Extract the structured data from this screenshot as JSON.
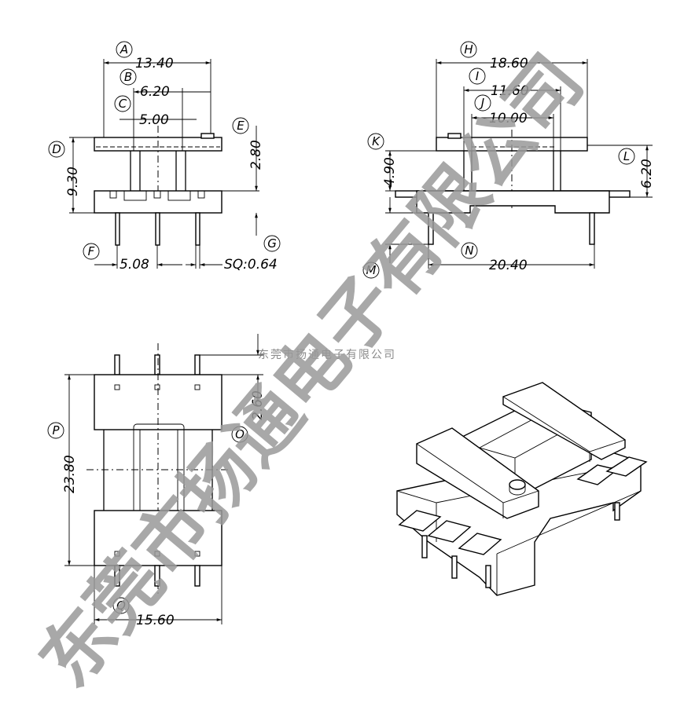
{
  "front_view": {
    "A": "A",
    "A_val": "13.40",
    "B": "B",
    "B_val": "6.20",
    "C": "C",
    "C_val": "5.00",
    "D": "D",
    "D_val": "9.30",
    "E": "E",
    "E_val": "2.80",
    "F": "F",
    "F_val": "5.08",
    "G": "G",
    "G_val": "SQ:0.64"
  },
  "side_view": {
    "H": "H",
    "H_val": "18.60",
    "I": "I",
    "I_val": "11.60",
    "J": "J",
    "J_val": "10.00",
    "K": "K",
    "K_val": "4.90",
    "L": "L",
    "L_val": "6.20",
    "M": "M",
    "N": "N",
    "N_val": "20.40"
  },
  "bottom_view": {
    "P": "P",
    "P_val": "23.80",
    "O": "O",
    "O_val": "2.60",
    "Q": "Q",
    "Q_val": "15.60"
  },
  "watermark": {
    "small": "东莞市扬通电子有限公司",
    "big": "东莞市扬通电子有限公司"
  }
}
